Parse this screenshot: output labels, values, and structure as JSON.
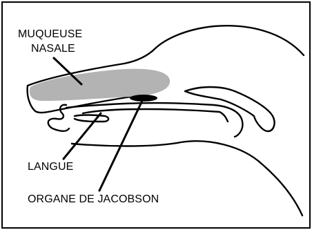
{
  "labels": {
    "muqueuse_line1": "MUQUEUSE",
    "muqueuse_line2": "NASALE",
    "langue": "LANGUE",
    "organe": "ORGANE DE JACOBSON"
  },
  "colors": {
    "ink": "#000000",
    "mucosa_fill": "#b3b3b3",
    "background": "#ffffff"
  }
}
